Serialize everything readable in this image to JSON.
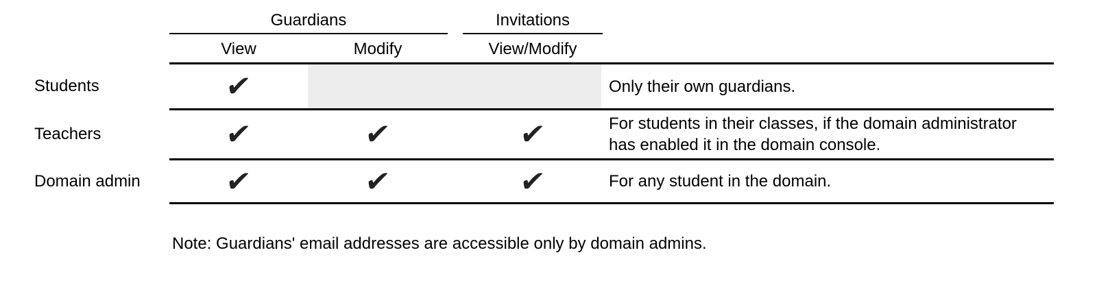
{
  "table": {
    "groups": [
      {
        "label": "Guardians"
      },
      {
        "label": "Invitations"
      }
    ],
    "columns": [
      {
        "label": "View"
      },
      {
        "label": "Modify"
      },
      {
        "label": "View/Modify"
      }
    ],
    "rows": [
      {
        "label": "Students",
        "permissions": {
          "guardians_view": true,
          "guardians_modify": false,
          "invitations_view_modify": false
        },
        "note_lines": [
          "Only their own guardians."
        ]
      },
      {
        "label": "Teachers",
        "permissions": {
          "guardians_view": true,
          "guardians_modify": true,
          "invitations_view_modify": true
        },
        "note_lines": [
          "For students in their classes, if the domain administrator",
          "has enabled it in the domain console."
        ]
      },
      {
        "label": "Domain admin",
        "permissions": {
          "guardians_view": true,
          "guardians_modify": true,
          "invitations_view_modify": true
        },
        "note_lines": [
          "For any student in the domain."
        ]
      }
    ]
  },
  "footnote": "Note: Guardians' email addresses are accessible only by domain admins.",
  "icons": {
    "check_mark": "✔"
  },
  "colors": {
    "text": "#000000",
    "rule": "#000000",
    "disabled_cell_bg": "#EDEDED",
    "check": "#222222"
  }
}
